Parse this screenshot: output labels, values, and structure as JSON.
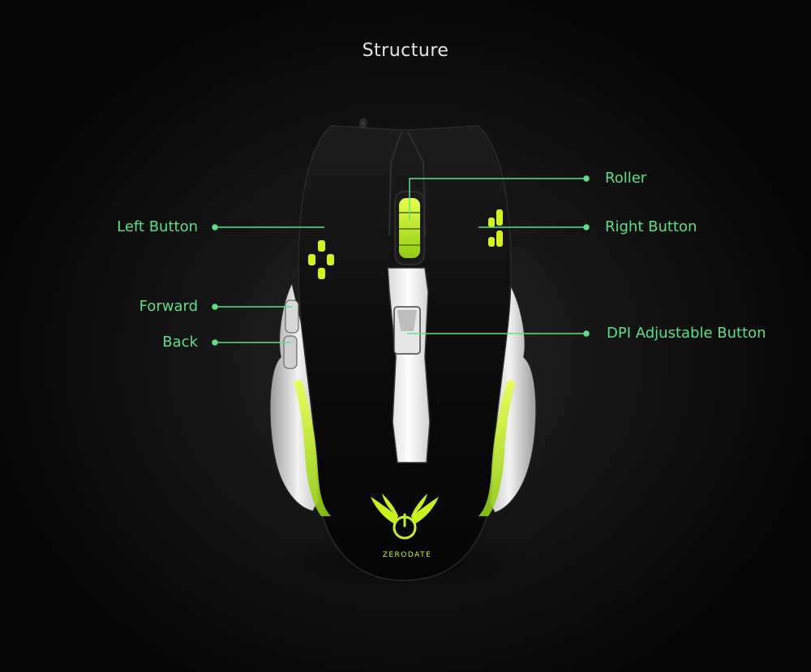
{
  "title": "Structure",
  "colors": {
    "accent": "#5be08a",
    "background": "#0b0b0b",
    "glow": "#c8f21c"
  },
  "labels": {
    "roller": "Roller",
    "left_button": "Left Button",
    "right_button": "Right Button",
    "forward": "Forward",
    "back": "Back",
    "dpi": "DPI Adjustable Button"
  },
  "product": {
    "brand": "ZERODATE"
  }
}
